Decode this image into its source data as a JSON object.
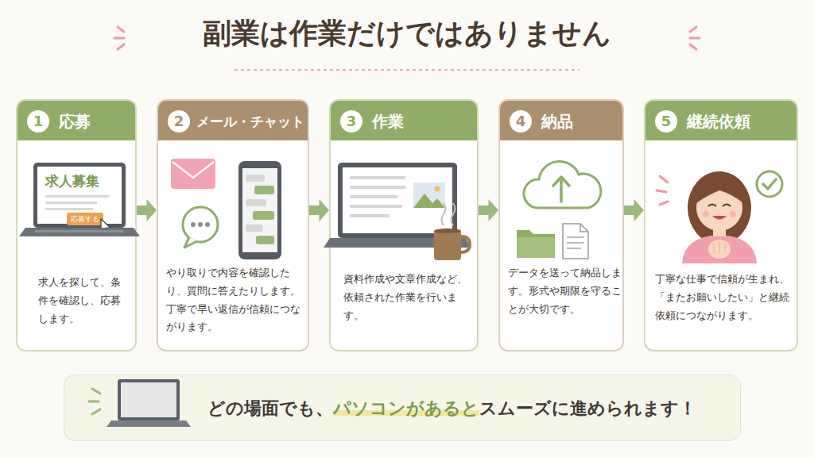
{
  "diagram": {
    "title": "副業は作業だけではありません",
    "nodes": [
      {
        "text": [
          "応募",
          "求人を探して、条件を確認し、応募します。"
        ]
      },
      {
        "text": [
          "1"
        ],
        "in": 0
      },
      {
        "text": [
          "メール・チャット",
          "やり取りで内容を確認したり、質問に答えたりします。丁寧で早い返信が信頼につながります。"
        ]
      },
      {
        "text": [
          "2"
        ],
        "in": 2
      },
      {
        "text": [
          "作業",
          "資料作成や文章作成など、依頼された作業を行います。"
        ]
      },
      {
        "text": [
          "3"
        ],
        "in": 4
      },
      {
        "text": [
          "納品",
          "データを送って納品します。形式や期限を守ることが大切です。"
        ]
      },
      {
        "text": [
          "4"
        ],
        "in": 6
      },
      {
        "text": [
          "継続依頼",
          "丁寧な仕事で信頼が生まれ、「またお願いしたい」と継続依頼につながります。"
        ]
      },
      {
        "text": [
          "5"
        ],
        "in": 8
      },
      {
        "text": [
          "どの場面でも、",
          "パソコンがあると",
          "スムーズに進められます！"
        ]
      }
    ],
    "edges": [
      {
        "from": 0,
        "to": 2,
        "arrow": "to"
      },
      {
        "from": 2,
        "to": 4,
        "arrow": "to"
      },
      {
        "from": 4,
        "to": 6,
        "arrow": "to"
      },
      {
        "from": 6,
        "to": 8,
        "arrow": "to"
      }
    ],
    "labels": [
      "求人募集",
      "応募する"
    ]
  }
}
